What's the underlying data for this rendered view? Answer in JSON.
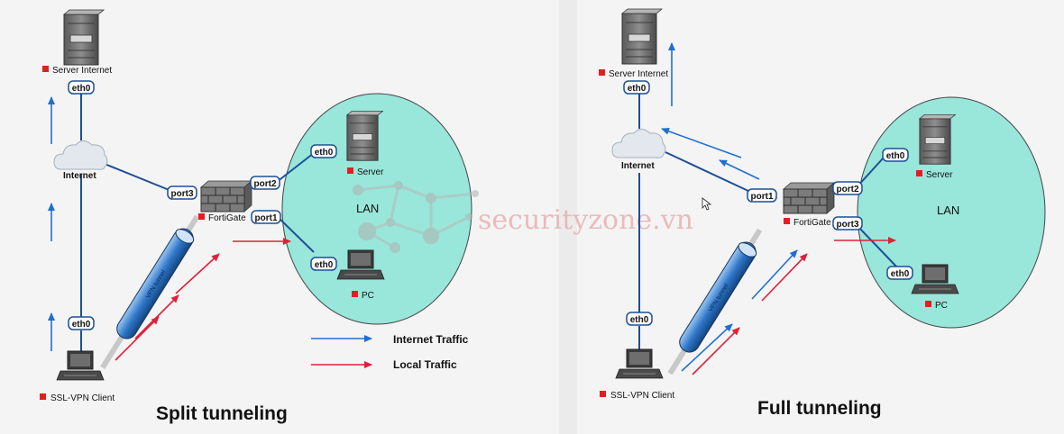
{
  "split": {
    "title": "Split tunneling",
    "server_internet": "Server Internet",
    "internet": "Internet",
    "fortigate": "FortiGate",
    "lan": "LAN",
    "server": "Server",
    "pc": "PC",
    "client": "SSL-VPN Client",
    "tunnel": "VPN tunnel",
    "ports": {
      "srv_eth0": "eth0",
      "client_eth0": "eth0",
      "port3": "port3",
      "port2": "port2",
      "port1": "port1",
      "lanserver_eth0": "eth0",
      "pc_eth0": "eth0"
    }
  },
  "full": {
    "title": "Full tunneling",
    "server_internet": "Server Internet",
    "internet": "Internet",
    "fortigate": "FortiGate",
    "lan": "LAN",
    "server": "Server",
    "pc": "PC",
    "client": "SSL-VPN Client",
    "tunnel": "VPN tunnel",
    "ports": {
      "srv_eth0": "eth0",
      "client_eth0": "eth0",
      "port1": "port1",
      "port2": "port2",
      "port3": "port3",
      "lanserver_eth0": "eth0",
      "pc_eth0": "eth0"
    }
  },
  "legend": {
    "internet_traffic": "Internet Traffic",
    "local_traffic": "Local Traffic"
  },
  "watermark": "securityzone.vn",
  "colors": {
    "internet_arrow": "#1f6fd1",
    "local_arrow": "#e0203a",
    "lan_fill": "#99e6da",
    "link": "#1d4f95",
    "status_square": "#e02020"
  }
}
